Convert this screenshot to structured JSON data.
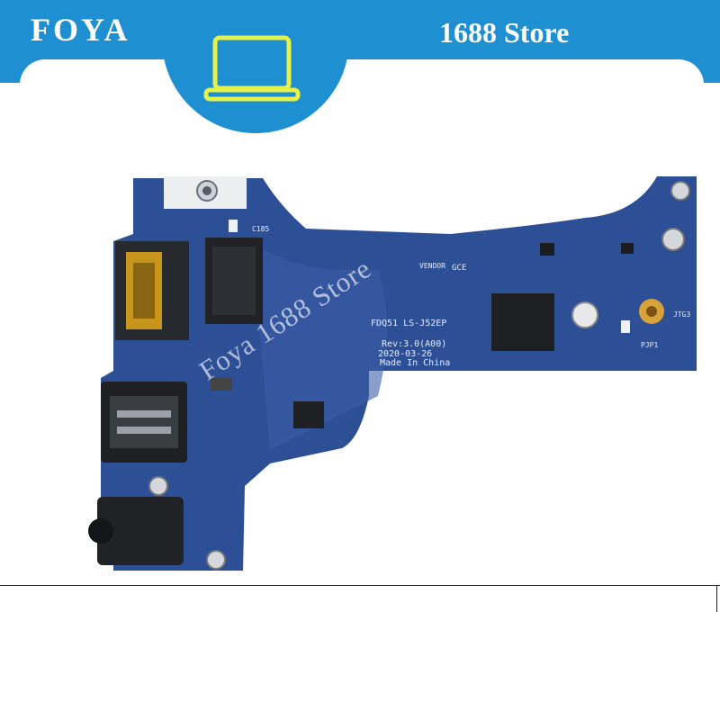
{
  "header": {
    "brand": "FOYA",
    "store": "1688 Store",
    "laptop_icon": "laptop-icon"
  },
  "board": {
    "silkscreen": {
      "model": "FDQ51 LS-J52EP",
      "revision": "Rev:3.0(A00)",
      "date": "2020-03-26",
      "origin": "Made In China",
      "vendor": "VENDOR",
      "gce": "GCE",
      "c_label": "C185",
      "jtg": "JTG3",
      "pjp": "PJP1"
    }
  },
  "watermark": "Foya 1688 Store",
  "colors": {
    "accent": "#1e8fd0",
    "pcb": "#2d4f96",
    "background": "#ffffff"
  }
}
